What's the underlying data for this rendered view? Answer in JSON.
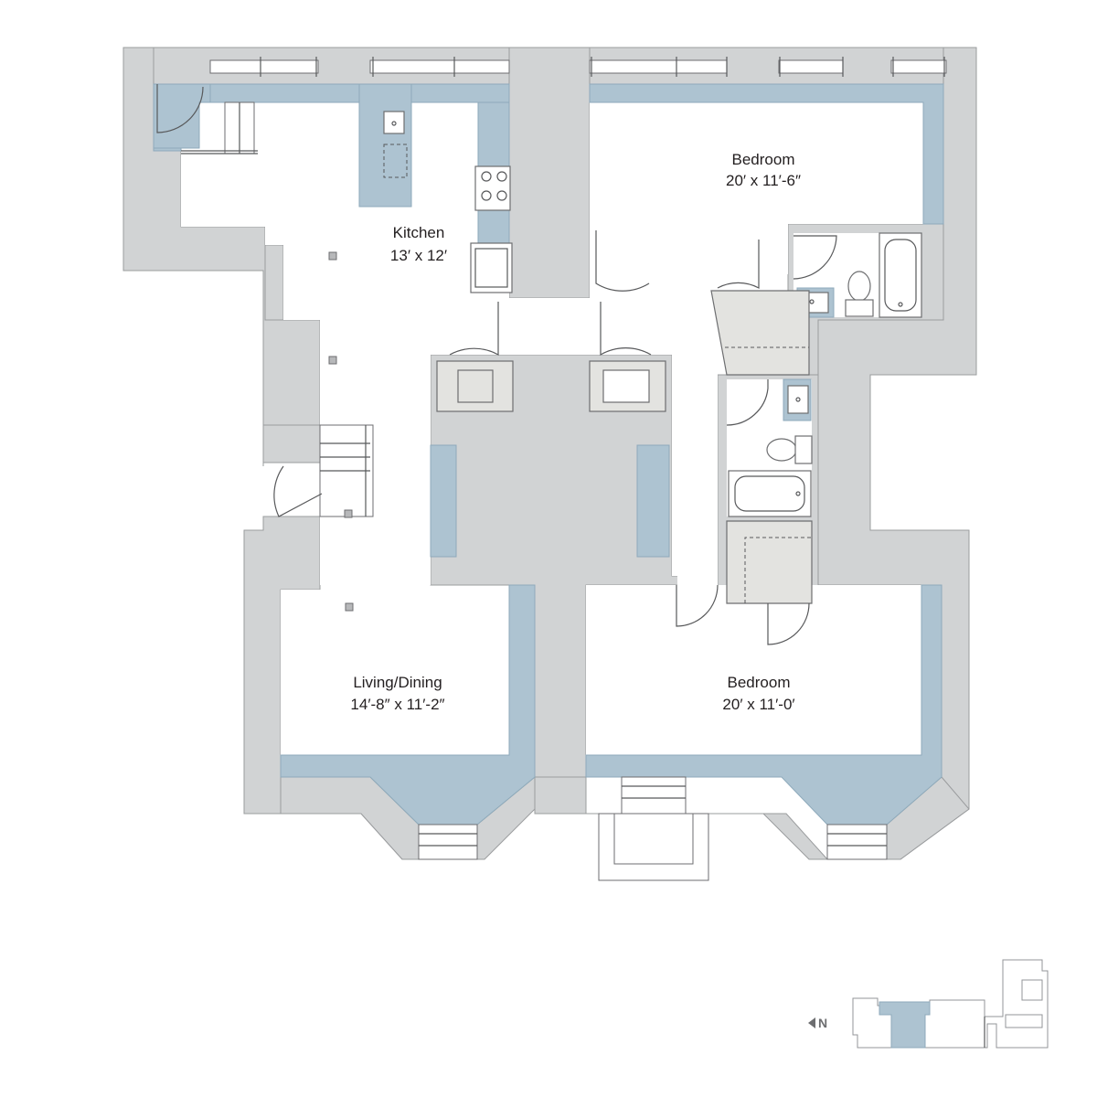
{
  "rooms": {
    "kitchen": {
      "name": "Kitchen",
      "size": "13′ x 12′"
    },
    "bedroom_north": {
      "name": "Bedroom",
      "size": "20′ x 11′-6″"
    },
    "living_dining": {
      "name": "Living/Dining",
      "size": "14′-8″ x 11′-2″"
    },
    "bedroom_south": {
      "name": "Bedroom",
      "size": "20′ x 11′-0′"
    }
  },
  "key_plan": {
    "north_label": "N"
  },
  "colors": {
    "wall": "#d1d3d4",
    "accent": "#adc3d1",
    "fixture": "#ffffff",
    "text": "#231f20"
  }
}
